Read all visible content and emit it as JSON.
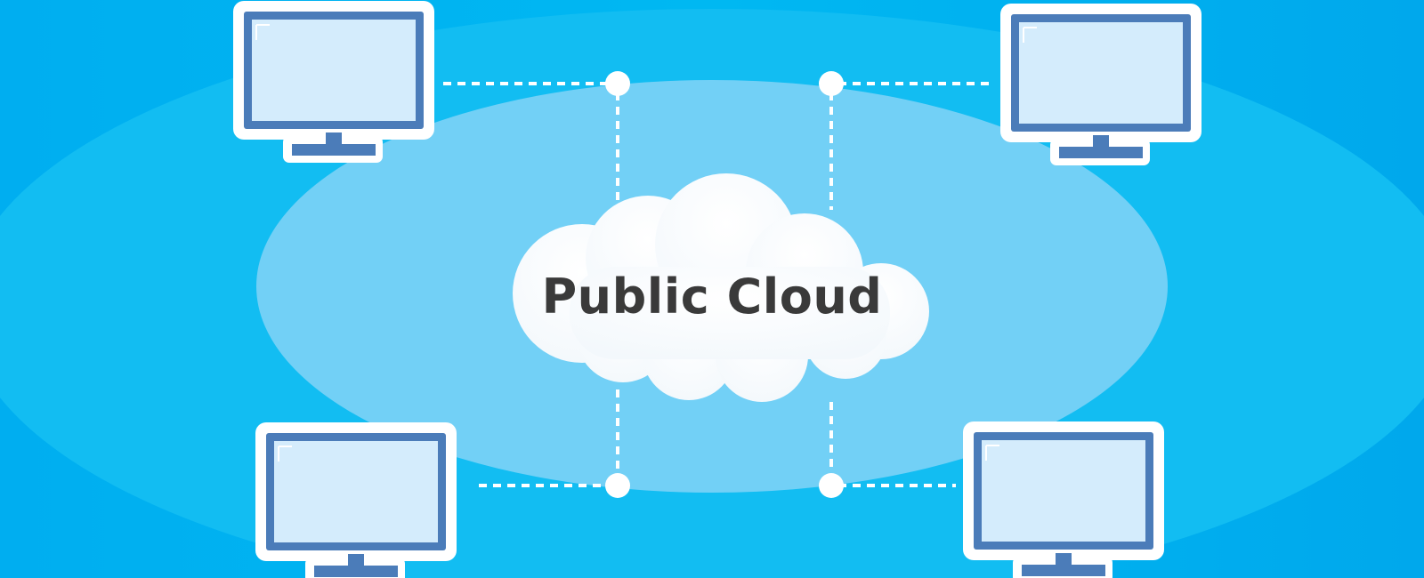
{
  "diagram": {
    "cloud_label": "Public Cloud",
    "icons": {
      "cloud": "cloud-icon",
      "computer": "monitor-icon"
    },
    "colors": {
      "background": "#00b2f0",
      "outer_ellipse": "#12bdf2",
      "inner_ellipse": "#72d0f6",
      "cloud_fill": "#ffffff",
      "connector": "#ffffff",
      "monitor_frame": "#ffffff",
      "monitor_bezel": "#4b7cb9",
      "monitor_screen": "#d4ecfc",
      "label_text": "#3a3a3a"
    },
    "nodes": [
      {
        "id": "computer-top-left"
      },
      {
        "id": "computer-top-right"
      },
      {
        "id": "computer-bottom-left"
      },
      {
        "id": "computer-bottom-right"
      }
    ]
  }
}
